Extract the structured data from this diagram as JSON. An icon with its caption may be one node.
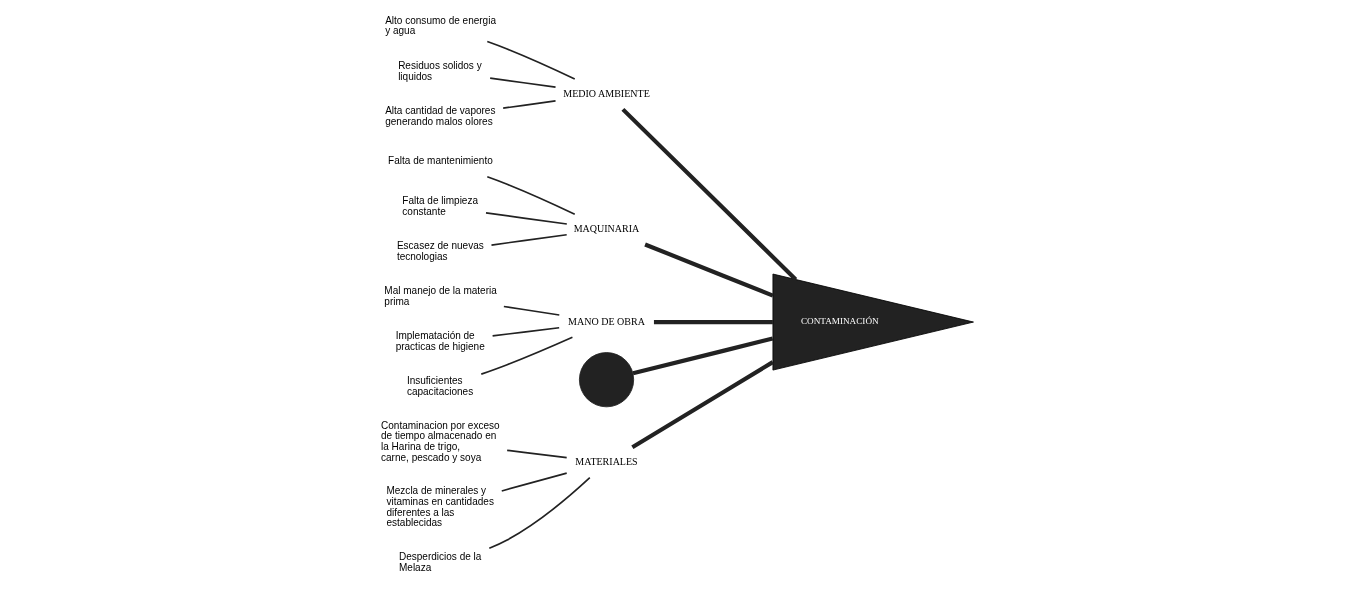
{
  "diagram": {
    "nodes": [
      {
        "text": [
          "MATERIALES"
        ]
      },
      {
        "text": [
          "Contaminacion por exceso de tiempo almacenado en la Harina de trigo, carne, pescado y soya"
        ]
      },
      {
        "text": [
          "Mezcla de minerales y vitaminas en cantidades diferentes a las establecidas"
        ]
      },
      {
        "text": [
          "Desperdicios de la Melaza"
        ]
      },
      {
        "text": [
          "MEDIO AMBIENTE"
        ]
      },
      {
        "text": [
          "Alto consumo de energia y agua"
        ]
      },
      {
        "text": [
          "Residuos solidos y liquidos"
        ]
      },
      {
        "text": [
          "Alta cantidad de vapores generando malos olores"
        ]
      },
      {
        "text": [
          "MAQUINARIA"
        ]
      },
      {
        "text": [
          "Falta de mantenimiento"
        ]
      },
      {
        "text": [
          "Falta de limpieza constante"
        ]
      },
      {
        "text": [
          "Escasez de nuevas tecnologias"
        ]
      },
      {
        "text": [
          "MANO DE OBRA"
        ]
      },
      {
        "text": [
          "Mal manejo de la materia prima"
        ]
      },
      {
        "text": [
          "Implematación de practicas de higiene"
        ]
      },
      {
        "text": [
          "Insuficientes capacitaciones"
        ]
      },
      {
        "text": [
          "CONTAMINACIÓN"
        ]
      },
      {
        "text": [],
        "shape": "crescent"
      }
    ],
    "edges": [
      {
        "from": 1,
        "to": 0,
        "arrow": "none"
      },
      {
        "from": 2,
        "to": 0,
        "arrow": "none"
      },
      {
        "from": 3,
        "to": 0,
        "arrow": "none"
      },
      {
        "from": 5,
        "to": 4,
        "arrow": "none"
      },
      {
        "from": 6,
        "to": 4,
        "arrow": "none"
      },
      {
        "from": 7,
        "to": 4,
        "arrow": "none"
      },
      {
        "from": 9,
        "to": 8,
        "arrow": "none"
      },
      {
        "from": 10,
        "to": 8,
        "arrow": "none"
      },
      {
        "from": 11,
        "to": 8,
        "arrow": "none"
      },
      {
        "from": 13,
        "to": 12,
        "arrow": "none"
      },
      {
        "from": 14,
        "to": 12,
        "arrow": "none"
      },
      {
        "from": 15,
        "to": 12,
        "arrow": "none"
      },
      {
        "from": 17,
        "to": 16,
        "arrow": "none",
        "style": "thick"
      },
      {
        "from": 0,
        "to": 16,
        "arrow": "none",
        "style": "thick"
      },
      {
        "from": 4,
        "to": 16,
        "arrow": "none",
        "style": "thick"
      },
      {
        "from": 8,
        "to": 16,
        "arrow": "none",
        "style": "thick"
      },
      {
        "from": 12,
        "to": 16,
        "arrow": "none",
        "style": "thick"
      }
    ]
  }
}
